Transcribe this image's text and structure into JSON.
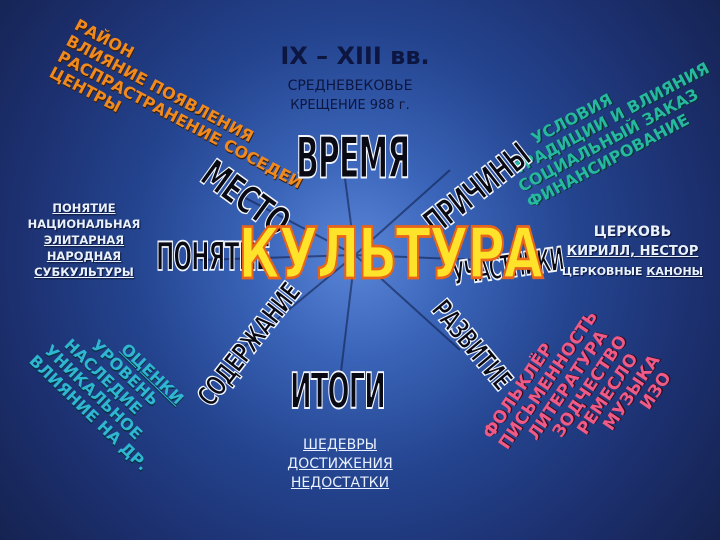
{
  "colors": {
    "bg_center": "#5a86d8",
    "bg_edge": "#15224f",
    "orange": "#f08a1e",
    "green": "#27b9a0",
    "cyan": "#2fb6d2",
    "rose": "#f05a86",
    "culture_fill": "#ffe22a",
    "culture_outline": "#e8641a"
  },
  "center": {
    "title": "КУЛЬТУРА"
  },
  "header": {
    "period": "IX – XIII вв.",
    "era": "СРЕДНЕВЕКОВЬЕ",
    "baptism": "КРЕЩЕНИЕ 988 г."
  },
  "spokes": {
    "time": "ВРЕМЯ",
    "place": "МЕСТО",
    "reasons": "ПРИЧИНЫ",
    "concept": "ПОНЯТИЕ",
    "participants": "УЧАСТНИКИ",
    "content": "СОДЕРЖАНИЕ",
    "development": "РАЗВИТИЕ",
    "results": "ИТОГИ"
  },
  "top_left": {
    "lines": [
      "РАЙОН",
      "ВЛИЯНИЕ ПОЯВЛЕНИЯ",
      "РАСПРАСТРАНЕНИЕ СОСЕДЕЙ",
      "ЦЕНТРЫ"
    ]
  },
  "top_right": {
    "lines": [
      "УСЛОВИЯ",
      "ТРАДИЦИИ И ВЛИЯНИЯ",
      "СОЦИАЛЬНЫЙ ЗАКАЗ",
      "ФИНАНСИРОВАНИЕ"
    ]
  },
  "left_concept": {
    "items": [
      "ПОНЯТИЕ",
      "НАЦИОНАЛЬНАЯ",
      "ЭЛИТАРНАЯ",
      "НАРОДНАЯ",
      "СУБКУЛЬТУРЫ"
    ]
  },
  "right_church": {
    "title": "ЦЕРКОВЬ",
    "names": "КИРИЛЛ, НЕСТОР",
    "canons_prefix": "ЦЕРКОВНЫЕ ",
    "canons_link": "КАНОНЫ"
  },
  "bottom_left": {
    "lines": [
      "ОЦЕНКИ",
      "УРОВЕНЬ",
      "НАСЛЕДИЕ",
      "УНИКАЛЬНОЕ",
      "ВЛИЯНИЕ НА ДР."
    ]
  },
  "bottom_center": {
    "items": [
      "ШЕДЕВРЫ",
      "ДОСТИЖЕНИЯ",
      "НЕДОСТАТКИ"
    ]
  },
  "bottom_right": {
    "lines": [
      "ФОЛЬКЛЁР",
      "ПИСЬМЕННОСТЬ",
      "ЛИТЕРАТУРА",
      "ЗОДЧЕСТВО",
      "РЕМЕСЛО",
      "МУЗЫКА",
      "ИЗО"
    ]
  }
}
